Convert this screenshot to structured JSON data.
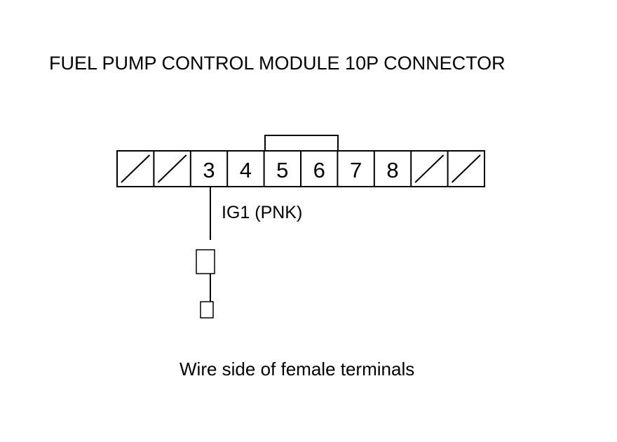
{
  "title": "FUEL PUMP CONTROL MODULE 10P CONNECTOR",
  "connector": {
    "pin_count": 10,
    "cavities": [
      {
        "label": "",
        "empty": true
      },
      {
        "label": "",
        "empty": true
      },
      {
        "label": "3",
        "empty": false
      },
      {
        "label": "4",
        "empty": false
      },
      {
        "label": "5",
        "empty": false
      },
      {
        "label": "6",
        "empty": false
      },
      {
        "label": "7",
        "empty": false
      },
      {
        "label": "8",
        "empty": false
      },
      {
        "label": "",
        "empty": true
      },
      {
        "label": "",
        "empty": true
      }
    ]
  },
  "wire": {
    "pin": "3",
    "label": "IG1 (PNK)"
  },
  "caption": "Wire side of female terminals"
}
